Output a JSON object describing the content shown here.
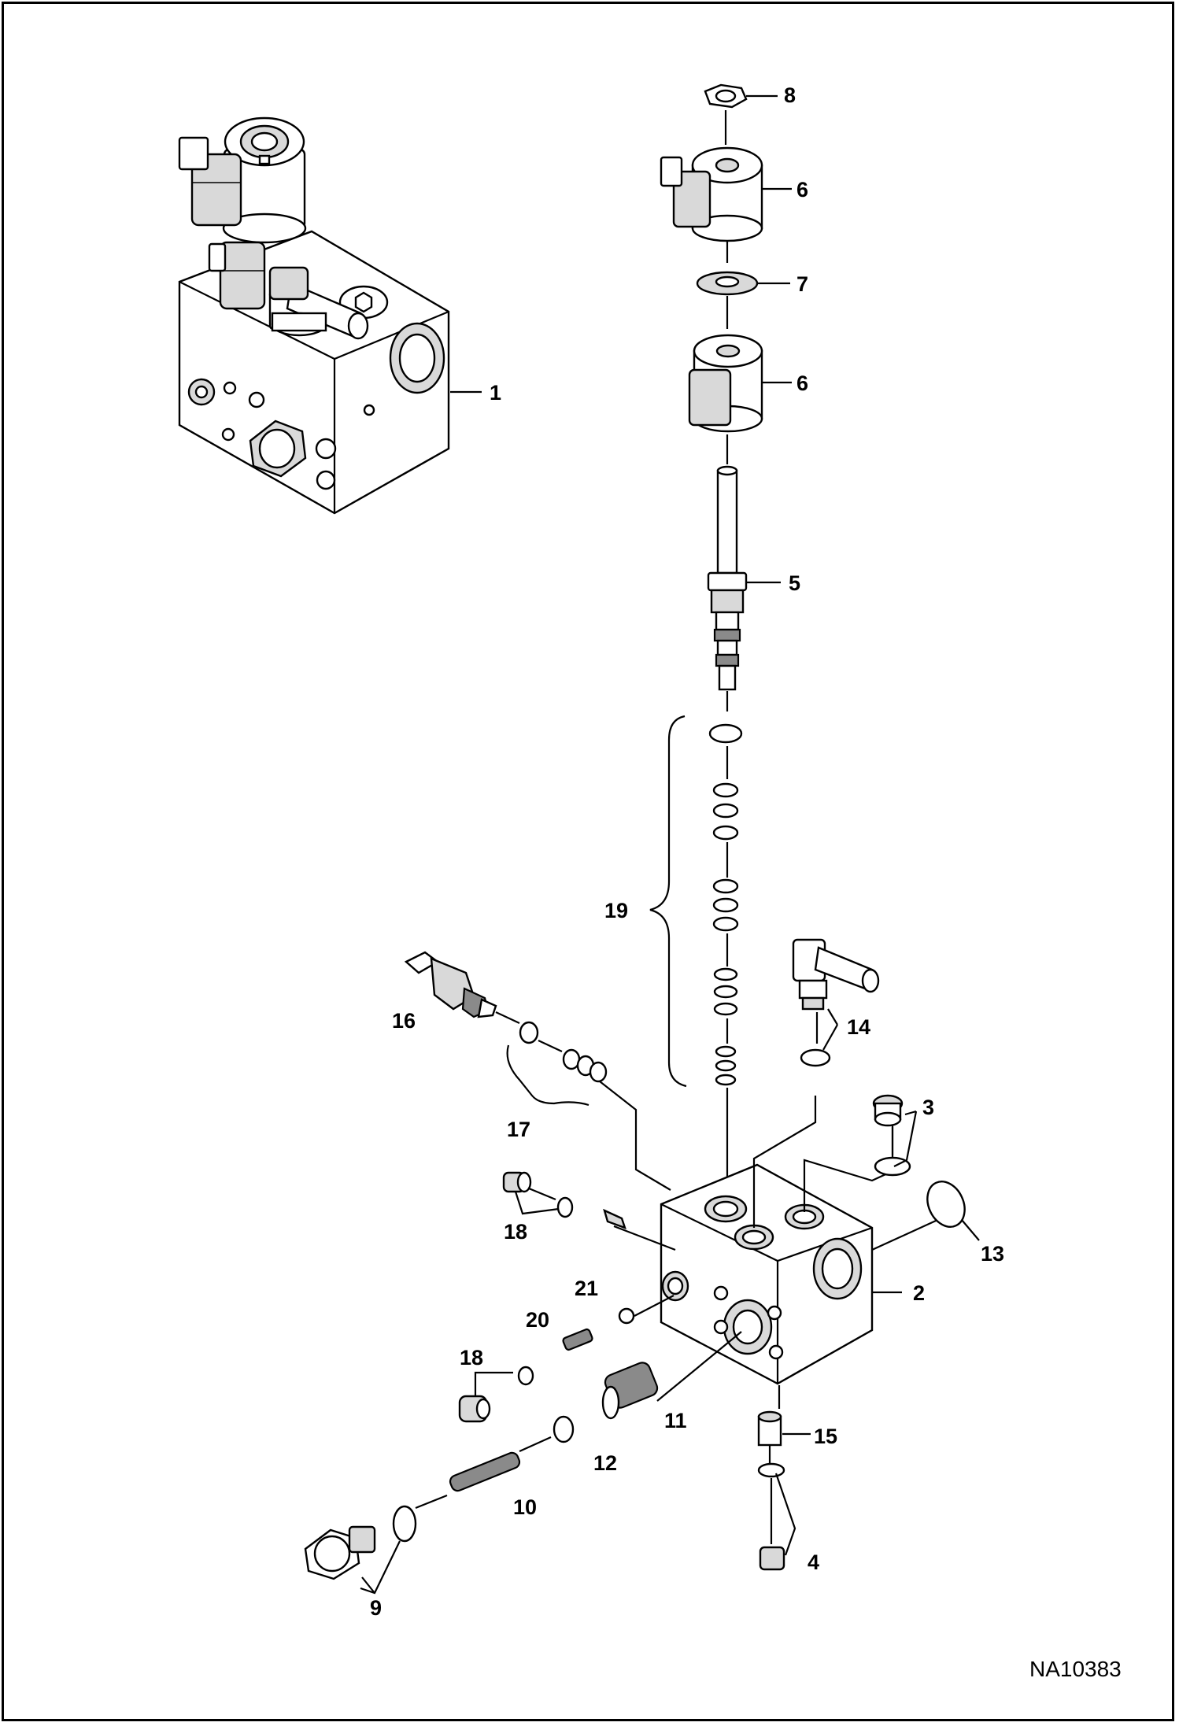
{
  "figure_id": "NA10383",
  "callouts": {
    "c1": "1",
    "c2": "2",
    "c3": "3",
    "c4": "4",
    "c5": "5",
    "c6a": "6",
    "c6b": "6",
    "c7": "7",
    "c8": "8",
    "c9": "9",
    "c10": "10",
    "c11": "11",
    "c12": "12",
    "c13": "13",
    "c14": "14",
    "c15": "15",
    "c16": "16",
    "c17": "17",
    "c18a": "18",
    "c18b": "18",
    "c19": "19",
    "c20": "20",
    "c21": "21"
  }
}
